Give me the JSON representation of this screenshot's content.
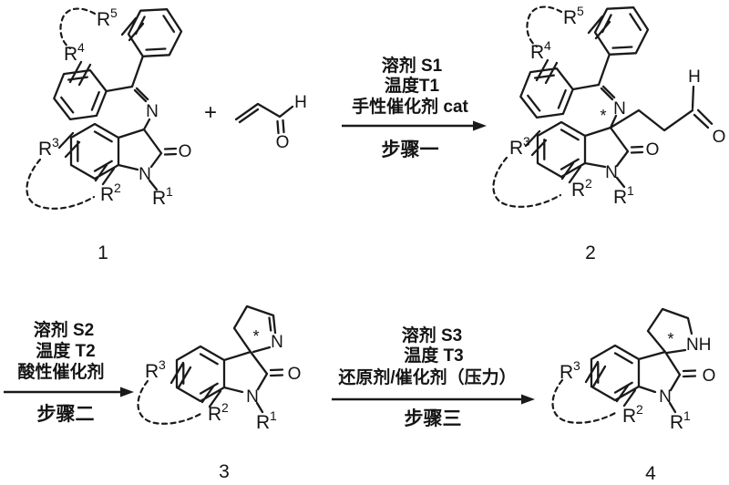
{
  "scheme": {
    "colors": {
      "ink": "#1a1a1a",
      "background": "#ffffff"
    },
    "plus": "+",
    "stereo_mark": "*",
    "atoms": {
      "nitrogen": "N",
      "oxygen": "O",
      "hydrogen": "H",
      "nh": "NH"
    },
    "r_groups": {
      "r": "R",
      "sup1": "1",
      "sup2": "2",
      "sup3": "3",
      "sup4": "4",
      "sup5": "5"
    },
    "compounds": {
      "c1": "1",
      "c2": "2",
      "c3": "3",
      "c4": "4"
    },
    "steps": {
      "step1": {
        "solvent": "溶剂 S1",
        "temperature": "温度T1",
        "catalyst": "手性催化剂 cat",
        "name": "步骤一"
      },
      "step2": {
        "solvent": "溶剂 S2",
        "temperature": "温度 T2",
        "catalyst": "酸性催化剂",
        "name": "步骤二"
      },
      "step3": {
        "solvent": "溶剂 S3",
        "temperature": "温度 T3",
        "catalyst": "还原剂/催化剂（压力）",
        "name": "步骤三"
      }
    }
  }
}
